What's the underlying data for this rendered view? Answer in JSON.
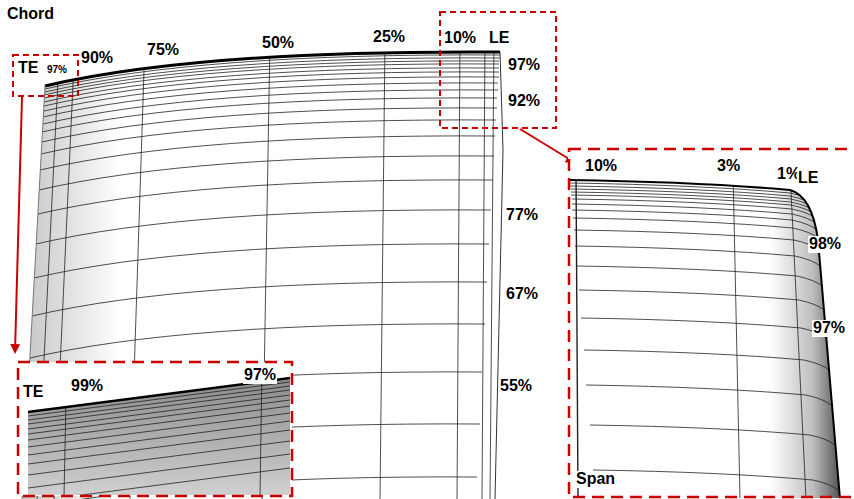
{
  "diagram": {
    "labels": [
      "Chord",
      "TE",
      "97%",
      "90%",
      "75%",
      "50%",
      "25%",
      "10%",
      "LE",
      "97%",
      "92%",
      "77%",
      "67%",
      "55%",
      "10%",
      "3%",
      "1%",
      "LE",
      "98%",
      "97%",
      "Span",
      "TE",
      "99%",
      "97%"
    ]
  }
}
